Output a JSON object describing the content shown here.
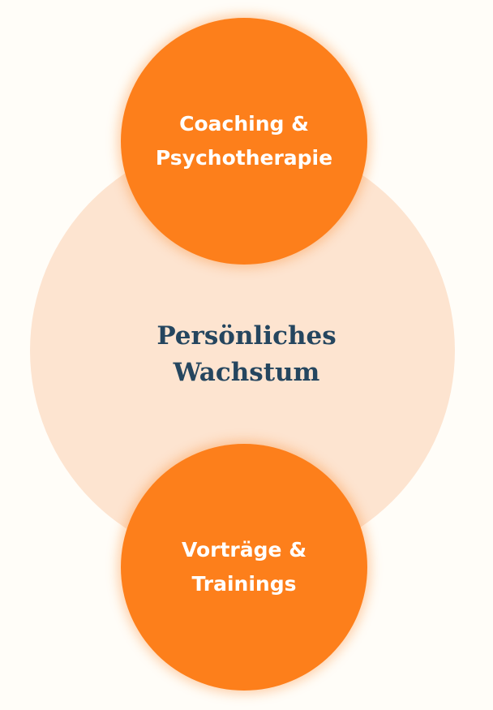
{
  "diagram": {
    "center": {
      "line1": "Persönliches",
      "line2": "Wachstum"
    },
    "top": {
      "line1": "Coaching &",
      "line2": "Psychotherapie"
    },
    "bottom": {
      "line1": "Vorträge &",
      "line2": "Trainings"
    },
    "colors": {
      "background": "#fffdf8",
      "center_fill": "#fde4d0",
      "accent_fill": "#fd7f1b",
      "center_text": "#25465f",
      "accent_text": "#ffffff"
    }
  }
}
